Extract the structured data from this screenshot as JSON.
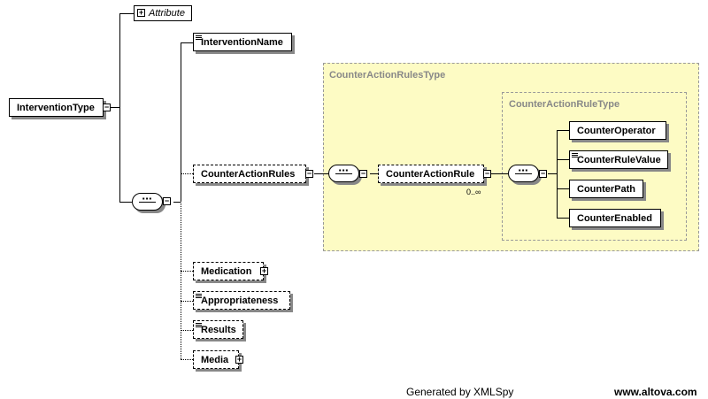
{
  "root": {
    "label": "InterventionType"
  },
  "attribute": {
    "label": "Attribute"
  },
  "elements": {
    "intervention_name": "InterventionName",
    "counter_action_rules": "CounterActionRules",
    "counter_action_rule": "CounterActionRule",
    "counter_operator": "CounterOperator",
    "counter_rule_value": "CounterRuleValue",
    "counter_path": "CounterPath",
    "counter_enabled": "CounterEnabled",
    "medication": "Medication",
    "appropriateness": "Appropriateness",
    "results": "Results",
    "media": "Media"
  },
  "types": {
    "outer": "CounterActionRulesType",
    "inner": "CounterActionRuleType"
  },
  "cardinality": "0..∞",
  "footer": {
    "generated": "Generated by XMLSpy",
    "site": "www.altova.com"
  }
}
